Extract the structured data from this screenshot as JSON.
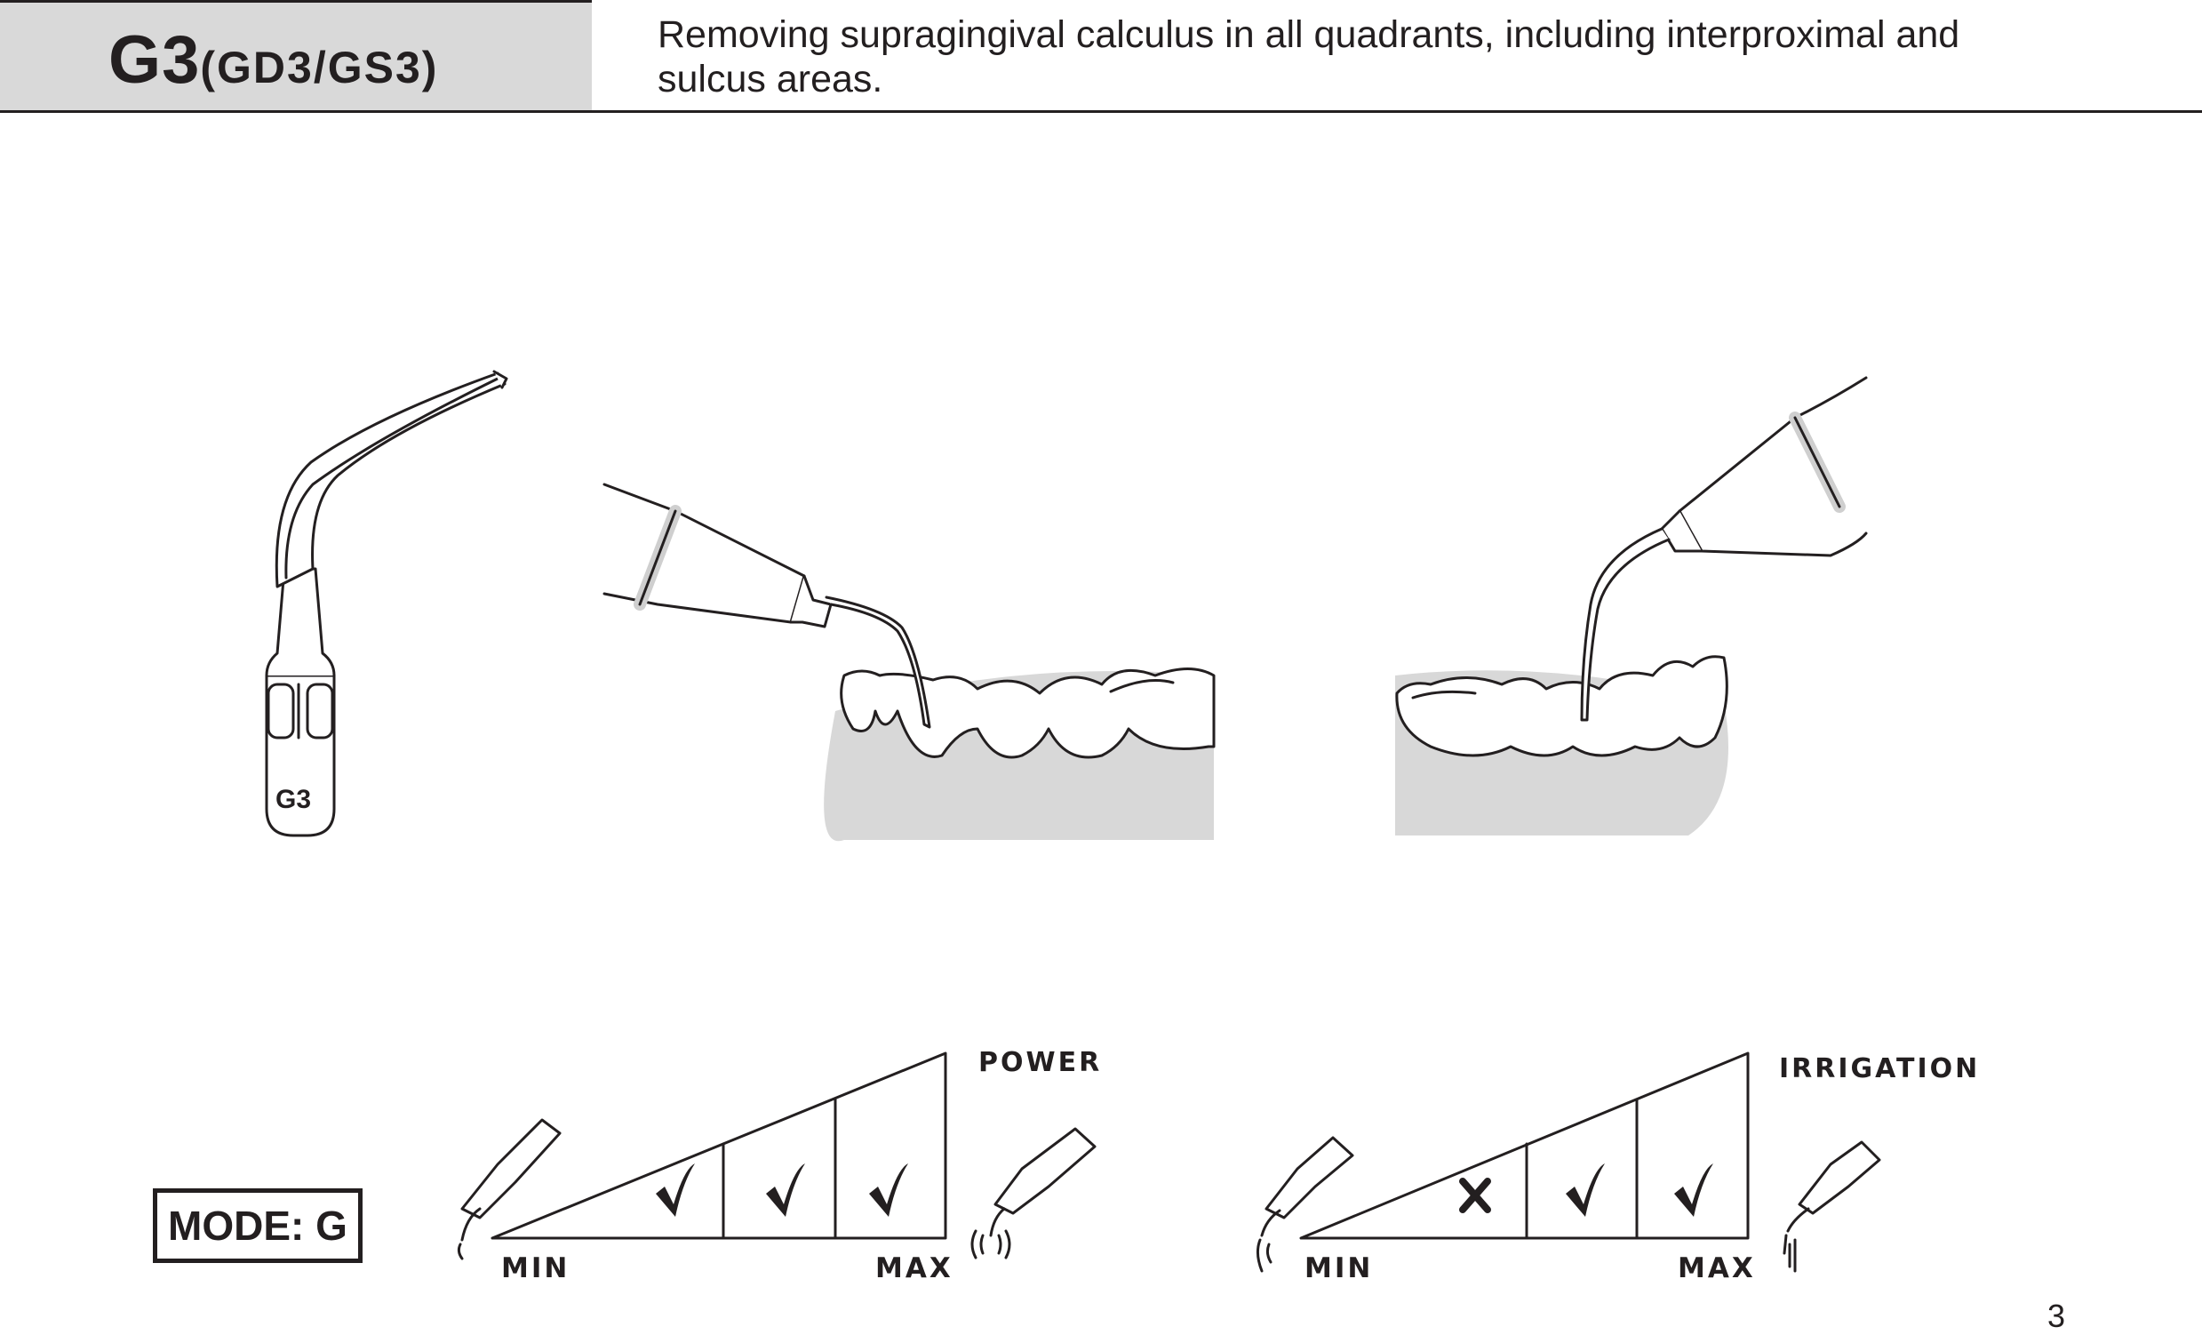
{
  "header": {
    "model": "G3",
    "variants": "(GD3/GS3)",
    "description_line1": "Removing supragingival calculus in all quadrants, including interproximal and",
    "description_line2": "sulcus areas."
  },
  "tip": {
    "label": "G3"
  },
  "mode": {
    "label": "MODE: G"
  },
  "power": {
    "title": "POWER",
    "min_label": "MIN",
    "max_label": "MAX",
    "levels": [
      "check",
      "check",
      "check"
    ]
  },
  "irrigation": {
    "title": "IRRIGATION",
    "min_label": "MIN",
    "max_label": "MAX",
    "levels": [
      "cross",
      "check",
      "check"
    ]
  },
  "page": {
    "number": "3"
  },
  "colors": {
    "ink": "#231f20",
    "gum": "#d8d8d8",
    "header_band": "#d9d9d9"
  }
}
